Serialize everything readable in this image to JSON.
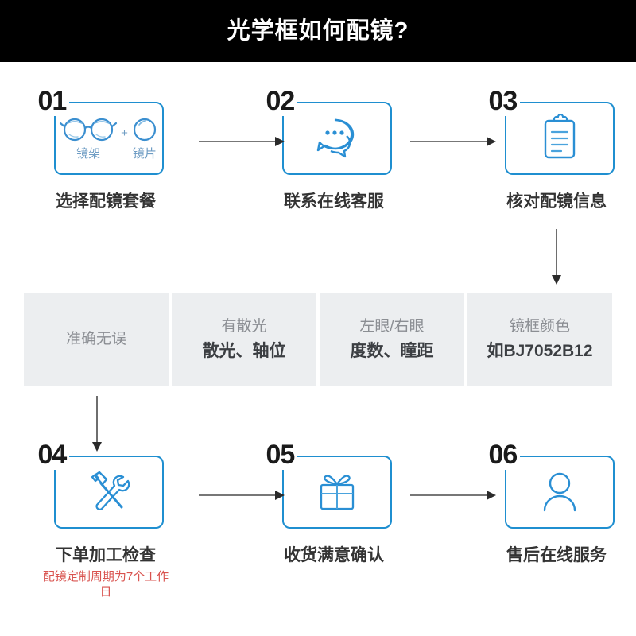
{
  "header": {
    "title": "光学框如何配镜?",
    "background": "#000000",
    "text_color": "#ffffff"
  },
  "theme": {
    "accent_blue": "#1f8fd0",
    "icon_blue": "#2a8fd4",
    "panel_gray": "#eceef0",
    "note_red": "#d9534f",
    "label_dark": "#333333"
  },
  "steps": [
    {
      "number": "01",
      "label": "选择配镜套餐",
      "icon": "glasses-and-lens-icon",
      "sub_items": [
        {
          "caption": "镜架",
          "icon": "eyeglasses-frame-icon"
        },
        {
          "caption": "镜片",
          "icon": "lens-circle-icon"
        }
      ],
      "plus": "+",
      "note": ""
    },
    {
      "number": "02",
      "label": "联系在线客服",
      "icon": "chat-bubble-icon",
      "note": ""
    },
    {
      "number": "03",
      "label": "核对配镜信息",
      "icon": "clipboard-icon",
      "note": ""
    },
    {
      "number": "04",
      "label": "下单加工检查",
      "icon": "tools-hammer-wrench-icon",
      "note": "配镜定制周期为7个工作日"
    },
    {
      "number": "05",
      "label": "收货满意确认",
      "icon": "gift-box-icon",
      "note": ""
    },
    {
      "number": "06",
      "label": "售后在线服务",
      "icon": "user-person-icon",
      "note": ""
    }
  ],
  "info_panels": [
    {
      "line1": "准确无误",
      "line2": ""
    },
    {
      "line1": "有散光",
      "line2": "散光、轴位"
    },
    {
      "line1": "左眼/右眼",
      "line2": "度数、瞳距"
    },
    {
      "line1": "镜框颜色",
      "line2": "如BJ7052B12"
    }
  ],
  "arrows": [
    {
      "name": "arrow-step01-to-step02",
      "direction": "right"
    },
    {
      "name": "arrow-step02-to-step03",
      "direction": "right"
    },
    {
      "name": "arrow-step03-to-panels",
      "direction": "down"
    },
    {
      "name": "arrow-panels-to-step04",
      "direction": "down"
    },
    {
      "name": "arrow-step04-to-step05",
      "direction": "right"
    },
    {
      "name": "arrow-step05-to-step06",
      "direction": "right"
    }
  ]
}
